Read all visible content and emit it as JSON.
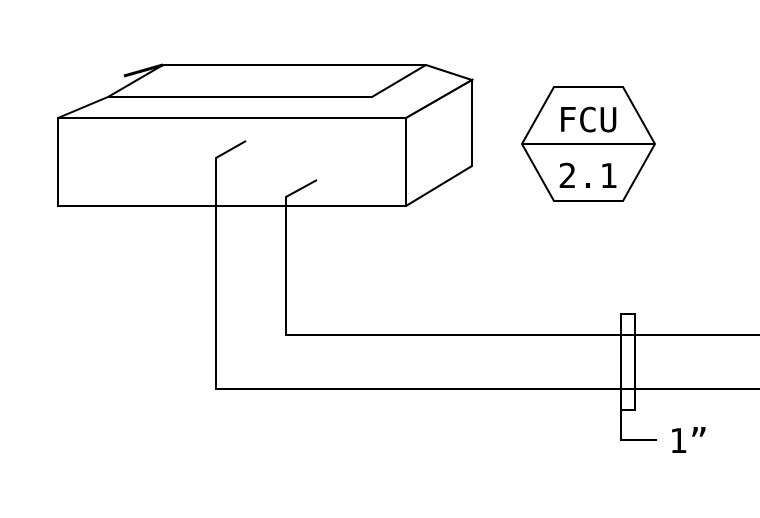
{
  "fan_coil_tag": {
    "equipment": "FCU",
    "number": "2.1"
  },
  "pipe_size_callout": {
    "label": "1”"
  },
  "colors": {
    "line": "#000000",
    "background": "#ffffff"
  }
}
